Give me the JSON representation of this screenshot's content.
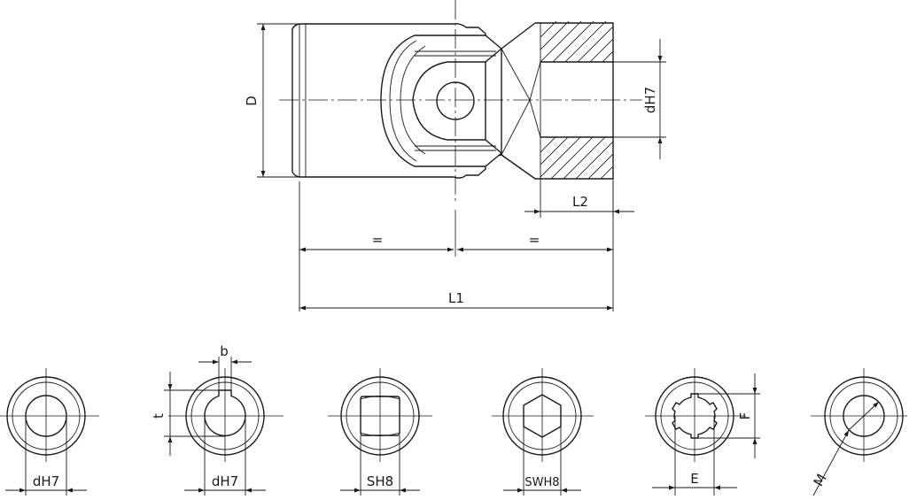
{
  "labels": {
    "main": {
      "D": "D",
      "dH7": "dH7",
      "L2": "L2",
      "eq_left": "=",
      "eq_right": "=",
      "L1": "L1"
    },
    "views": [
      {
        "label": "dH7"
      },
      {
        "label": "dH7",
        "b": "b",
        "t": "t"
      },
      {
        "label": "SH8"
      },
      {
        "label": "SWH8"
      },
      {
        "label": "E",
        "F": "F"
      },
      {
        "label": "M"
      }
    ]
  }
}
